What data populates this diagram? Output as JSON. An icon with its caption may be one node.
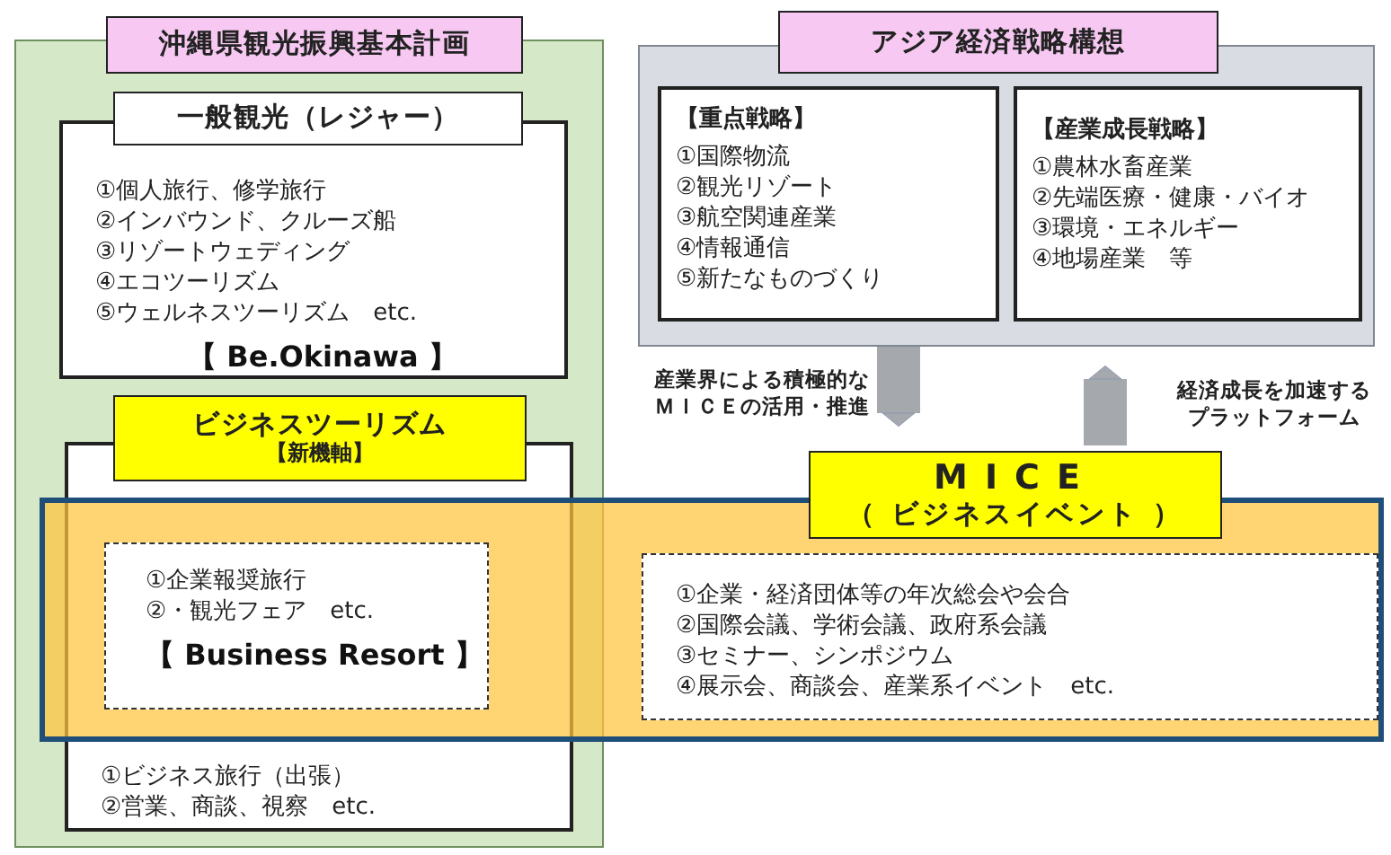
{
  "diagram": {
    "nodes": [
      {
        "text": [
          "沖縄県観光振興基本計画"
        ]
      },
      {
        "text": [
          "一般観光（レジャー）",
          "①個人旅行、修学旅行",
          "②インバウンド、クルーズ船",
          "③リゾートウェディング",
          "④エコツーリズム",
          "⑤ウェルネスツーリズム　etc.",
          "【 Be.Okinawa 】"
        ],
        "in": 0
      },
      {
        "text": [
          "ビジネスツーリズム",
          "【新機軸】",
          "①ビジネス旅行（出張）",
          "②営業、商談、視察　etc."
        ],
        "in": 0
      },
      {
        "text": [
          "アジア経済戦略構想"
        ]
      },
      {
        "text": [
          "【重点戦略】",
          "①国際物流",
          "②観光リゾート",
          "③航空関連産業",
          "④情報通信",
          "⑤新たなものづくり"
        ],
        "in": 3
      },
      {
        "text": [
          "【産業成長戦略】",
          "①農林水畜産業",
          "②先端医療・健康・バイオ",
          "③環境・エネルギー",
          "④地場産業　等"
        ],
        "in": 3
      },
      {
        "text": [
          "MICE",
          "（ ビジネスイベント ）"
        ]
      },
      {
        "text": [
          "①企業報奨旅行",
          "②・観光フェア　etc.",
          "【 Business Resort 】"
        ]
      },
      {
        "text": [
          "①企業・経済団体等の年次総会や会合",
          "②国際会議、学術会議、政府系会議",
          "③セミナー、シンポジウム",
          "④展示会、商談会、産業系イベント　etc."
        ],
        "in": 6
      }
    ],
    "edges": [
      {
        "from": 3,
        "to": 6,
        "arrow": "to",
        "label": "産業界による積極的なＭＩＣＥの活用・推進"
      },
      {
        "from": 6,
        "to": 3,
        "arrow": "to",
        "label": "経済成長を加速するプラットフォーム"
      }
    ]
  }
}
